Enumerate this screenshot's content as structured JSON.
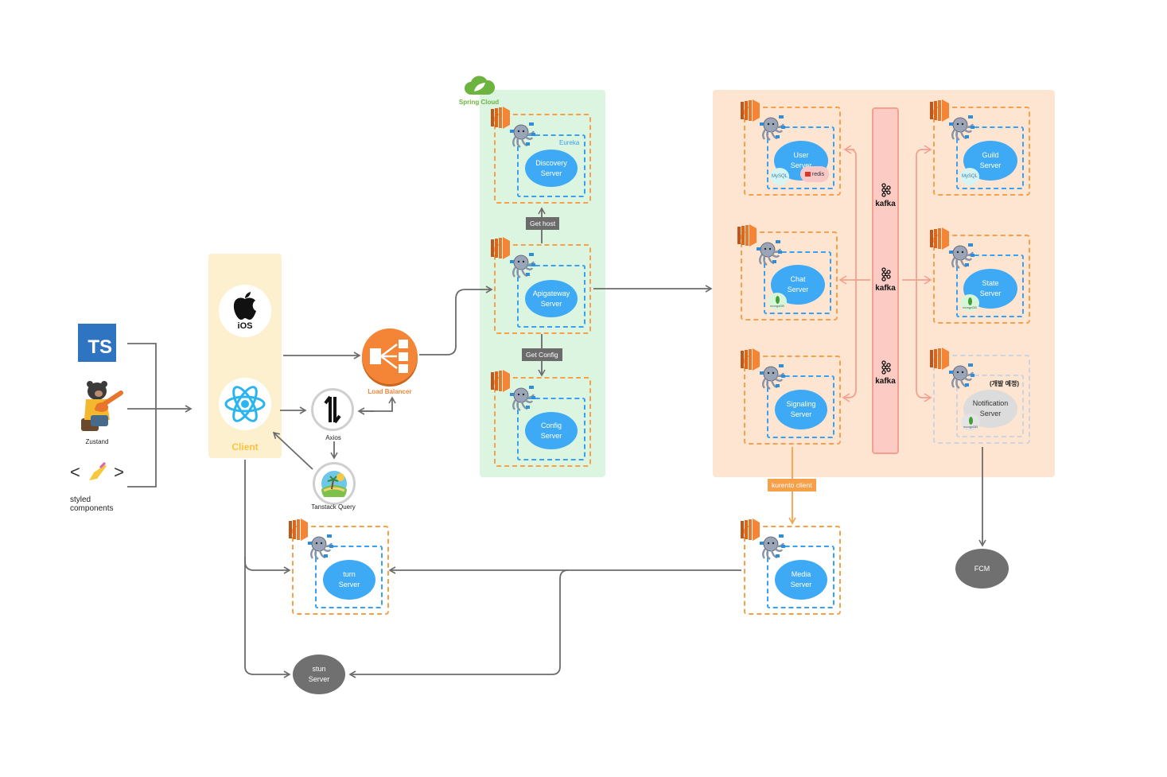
{
  "diagram": {
    "frontend_stack": {
      "typescript": "TS",
      "zustand": "Zustand",
      "styled_components": "styled\ncomponents",
      "styled_line1": "styled",
      "styled_line2": "components"
    },
    "client": {
      "title": "Client",
      "ios_label": "iOS",
      "axios_label": "Axios",
      "tanstack_label": "Tanstack Query"
    },
    "load_balancer": {
      "label": "Load Balancer"
    },
    "spring_cloud": {
      "label": "Spring Cloud",
      "eureka_label": "Eureka",
      "discovery": {
        "line1": "Discovery",
        "line2": "Server"
      },
      "get_host": "Get host",
      "apigateway": {
        "line1": "Apigateway",
        "line2": "Server"
      },
      "get_config": "Get Config",
      "config": {
        "line1": "Config",
        "line2": "Server"
      }
    },
    "services": {
      "user": {
        "line1": "User",
        "line2": "Server",
        "db1": "MySQL",
        "db2": "redis"
      },
      "chat": {
        "line1": "Chat",
        "line2": "Server",
        "db": "mongoDB"
      },
      "signaling": {
        "line1": "Signaling",
        "line2": "Server"
      },
      "guild": {
        "line1": "Guild",
        "line2": "Server",
        "db": "MySQL"
      },
      "state": {
        "line1": "State",
        "line2": "Server",
        "db": "mongoDB"
      },
      "notification": {
        "line1": "Notification",
        "line2": "Server",
        "db": "mongoDB",
        "note": "(개발 예정)"
      },
      "kafka_labels": [
        "kafka",
        "kafka",
        "kafka"
      ]
    },
    "kurento_client": "kurento client",
    "media": {
      "line1": "Media",
      "line2": "Server"
    },
    "turn": {
      "line1": "turn",
      "line2": "Server"
    },
    "stun": {
      "line1": "stun",
      "line2": "Server"
    },
    "fcm": "FCM"
  },
  "colors": {
    "spring_region": "#dcf5e0",
    "service_region": "#fde5d2",
    "client_region": "#fdf0cf",
    "server_blue": "#3eaaf5",
    "aws_orange": "#f58536",
    "kafka_bar": "#fccbc4",
    "kafka_arrow": "#f4a08f",
    "connector_gray": "#6b6b6b"
  }
}
